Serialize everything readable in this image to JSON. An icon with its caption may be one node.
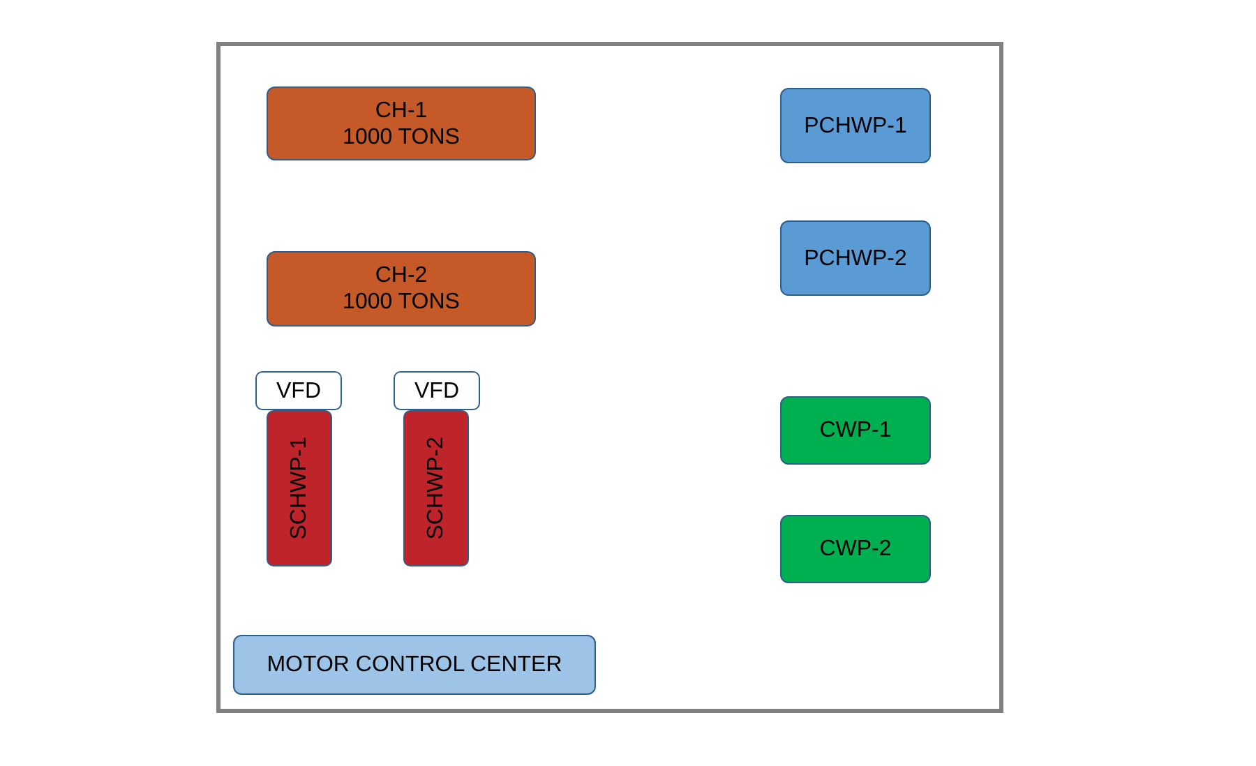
{
  "diagram": {
    "nodes": [
      {
        "text": [],
        "shape": "box"
      },
      {
        "text": [
          "CH-1",
          "1000 TONS"
        ],
        "in": 0
      },
      {
        "text": [
          "CH-2",
          "1000 TONS"
        ],
        "in": 0
      },
      {
        "text": [
          "VFD"
        ],
        "in": 0
      },
      {
        "text": [
          "VFD"
        ],
        "in": 0
      },
      {
        "text": [
          "SCHWP-1"
        ],
        "in": 0
      },
      {
        "text": [
          "SCHWP-2"
        ],
        "in": 0
      },
      {
        "text": [
          "PCHWP-1"
        ],
        "in": 0
      },
      {
        "text": [
          "PCHWP-2"
        ],
        "in": 0
      },
      {
        "text": [
          "CWP-1"
        ],
        "in": 0
      },
      {
        "text": [
          "CWP-2"
        ],
        "in": 0
      },
      {
        "text": [
          "MOTOR CONTROL CENTER"
        ],
        "in": 0
      }
    ],
    "edges": []
  }
}
